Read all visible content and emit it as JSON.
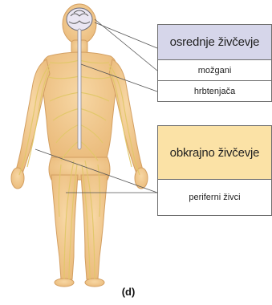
{
  "colors": {
    "cns_fill": "#d6d6ea",
    "pns_fill": "#fbe2a6",
    "skin": "#f2c98d",
    "skin_edge": "#d9a566",
    "nerve": "#e8d27a",
    "leader": "#555555"
  },
  "cns": {
    "title": "osrednje živčevje",
    "items": [
      "možgani",
      "hrbtenjača"
    ]
  },
  "pns": {
    "title": "obkrajno živčevje",
    "items": [
      "periferni živci"
    ]
  },
  "panel_label": "(d)"
}
